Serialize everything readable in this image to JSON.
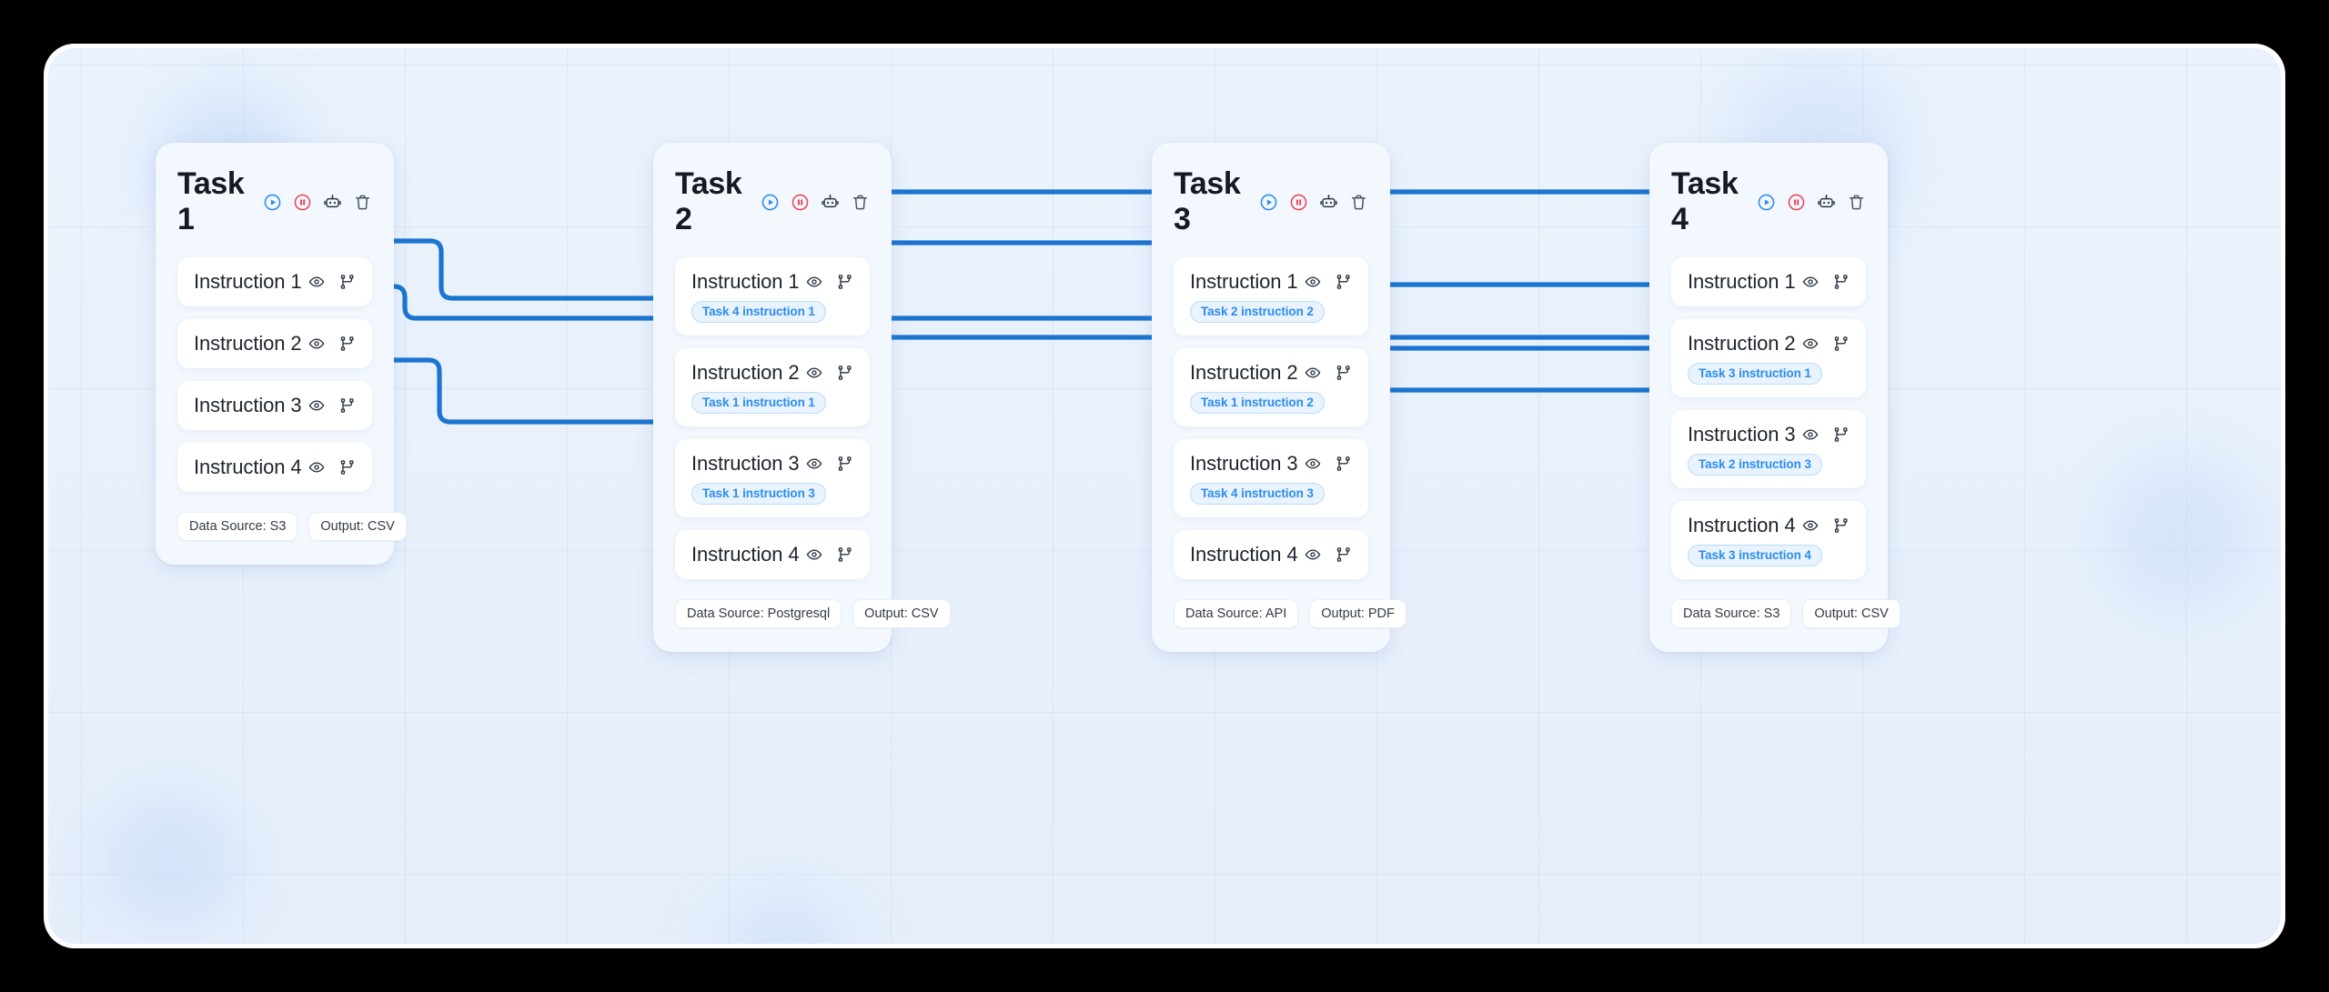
{
  "theme": {
    "accent": "#1b75d0",
    "badge_text": "#2d8ced",
    "badge_bg": "#e8f3fe",
    "play_color": "#2d8ced",
    "pause_color": "#e8495a",
    "icon_color": "#2b3642",
    "canvas_bg": "#e9f1fc",
    "card_bg": "#f3f8fe",
    "instruction_bg": "#ffffff"
  },
  "header_actions": [
    {
      "name": "run-icon",
      "label": "Run"
    },
    {
      "name": "pause-icon",
      "label": "Pause"
    },
    {
      "name": "robot-icon",
      "label": "Agent"
    },
    {
      "name": "delete-icon",
      "label": "Delete"
    }
  ],
  "instruction_actions": [
    {
      "name": "eye-icon",
      "label": "Preview"
    },
    {
      "name": "branch-icon",
      "label": "Dependencies"
    }
  ],
  "tasks": [
    {
      "id": "task-1",
      "title": "Task 1",
      "instructions": [
        {
          "label": "Instruction 1",
          "dependency": null
        },
        {
          "label": "Instruction 2",
          "dependency": null
        },
        {
          "label": "Instruction 3",
          "dependency": null
        },
        {
          "label": "Instruction 4",
          "dependency": null
        }
      ],
      "meta": [
        {
          "label": "Data Source: S3"
        },
        {
          "label": "Output: CSV"
        }
      ]
    },
    {
      "id": "task-2",
      "title": "Task 2",
      "instructions": [
        {
          "label": "Instruction 1",
          "dependency": "Task 4 instruction 1"
        },
        {
          "label": "Instruction 2",
          "dependency": "Task 1 instruction 1"
        },
        {
          "label": "Instruction 3",
          "dependency": "Task 1 instruction 3"
        },
        {
          "label": "Instruction 4",
          "dependency": null
        }
      ],
      "meta": [
        {
          "label": "Data Source: Postgresql"
        },
        {
          "label": "Output: CSV"
        }
      ]
    },
    {
      "id": "task-3",
      "title": "Task 3",
      "instructions": [
        {
          "label": "Instruction 1",
          "dependency": "Task 2 instruction 2"
        },
        {
          "label": "Instruction 2",
          "dependency": "Task 1 instruction 2"
        },
        {
          "label": "Instruction 3",
          "dependency": "Task 4 instruction 3"
        },
        {
          "label": "Instruction 4",
          "dependency": null
        }
      ],
      "meta": [
        {
          "label": "Data Source: API"
        },
        {
          "label": "Output: PDF"
        }
      ]
    },
    {
      "id": "task-4",
      "title": "Task 4",
      "instructions": [
        {
          "label": "Instruction 1",
          "dependency": null
        },
        {
          "label": "Instruction 2",
          "dependency": "Task 3 instruction 1"
        },
        {
          "label": "Instruction 3",
          "dependency": "Task 2 instruction 3"
        },
        {
          "label": "Instruction 4",
          "dependency": "Task 3 instruction 4"
        }
      ],
      "meta": [
        {
          "label": "Data Source: S3"
        },
        {
          "label": "Output: CSV"
        }
      ]
    }
  ],
  "connections": [
    {
      "from": "Task 1 instruction 1",
      "to": "Task 2 instruction 2"
    },
    {
      "from": "Task 1 instruction 2",
      "to": "Task 3 instruction 2"
    },
    {
      "from": "Task 1 instruction 3",
      "to": "Task 2 instruction 3"
    },
    {
      "from": "Task 2 instruction 2",
      "to": "Task 3 instruction 1"
    },
    {
      "from": "Task 2 instruction 3",
      "to": "Task 4 instruction 3"
    },
    {
      "from": "Task 3 instruction 1",
      "to": "Task 4 instruction 2"
    },
    {
      "from": "Task 3 instruction 4",
      "to": "Task 4 instruction 4"
    },
    {
      "from": "Task 4 instruction 1",
      "to": "Task 2 instruction 1"
    },
    {
      "from": "Task 4 instruction 3",
      "to": "Task 3 instruction 3"
    }
  ]
}
